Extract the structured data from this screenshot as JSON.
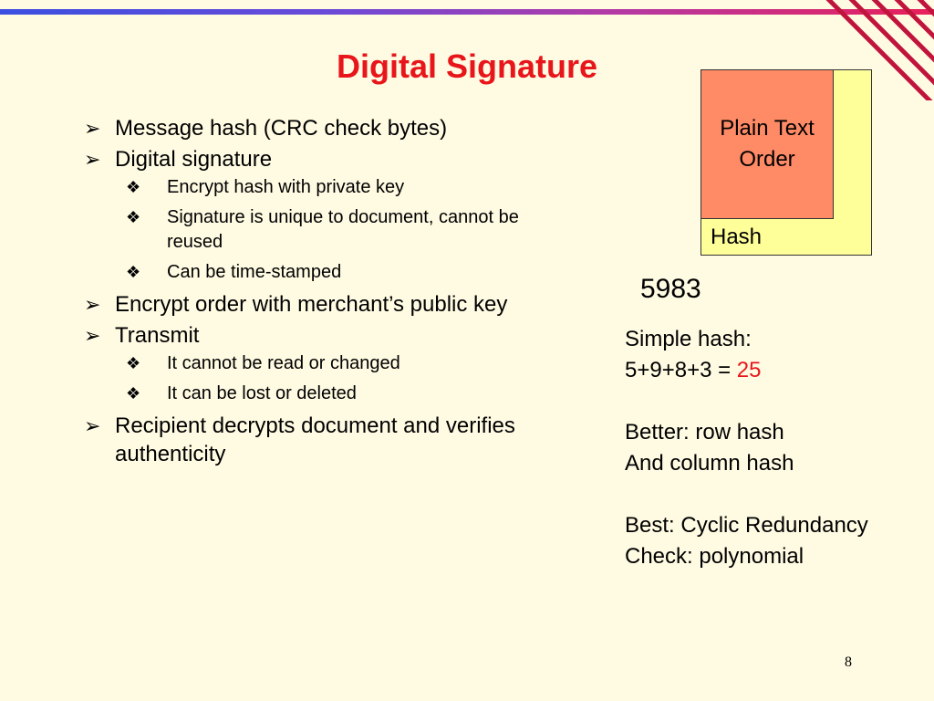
{
  "slide": {
    "title": "Digital Signature",
    "page_number": "8",
    "colors": {
      "title": "#E8161B",
      "background": "#FFFBE3",
      "plain_text_box": "#FF8A66",
      "hash_box": "#FFFF99"
    }
  },
  "bullets": [
    {
      "text": "Message hash (CRC check bytes)",
      "subitems": []
    },
    {
      "text": "Digital signature",
      "subitems": [
        "Encrypt hash with private key",
        "Signature is unique to document, cannot be reused",
        "Can be time-stamped"
      ]
    },
    {
      "text": "Encrypt order with merchant’s public key",
      "subitems": []
    },
    {
      "text": "Transmit",
      "subitems": [
        "It cannot be read or changed",
        "It can be lost or deleted"
      ]
    },
    {
      "text": "Recipient decrypts document and verifies authenticity",
      "subitems": []
    }
  ],
  "bullet_marks": {
    "level1": "➢",
    "level2": "❖"
  },
  "diagram": {
    "plain_text_line1": "Plain Text",
    "plain_text_line2": "Order",
    "hash_label": "Hash",
    "hash_value": "5983"
  },
  "notes": {
    "simple_hash_label": "Simple hash:",
    "simple_hash_formula": "5+9+8+3 = ",
    "simple_hash_result": "25",
    "better_line1": "Better: row hash",
    "better_line2": "And column hash",
    "best_line1": "Best: Cyclic Redundancy",
    "best_line2": "Check: polynomial"
  }
}
